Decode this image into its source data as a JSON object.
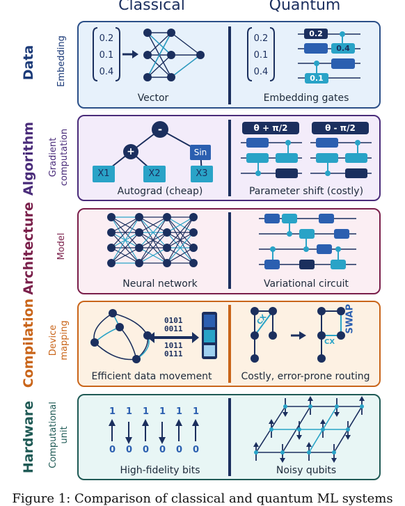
{
  "columns": {
    "classical": "Classical",
    "quantum": "Quantum"
  },
  "rows": {
    "data": {
      "title": "Data",
      "subtitle": "Embedding",
      "color": "#1b3a78",
      "vector": [
        "0.2",
        "0.1",
        "0.4"
      ],
      "left_caption": "Vector",
      "right_caption": "Embedding gates",
      "gate_values": [
        "0.2",
        "0.4",
        "0.1"
      ]
    },
    "algorithm": {
      "title": "Algorithm",
      "subtitle_1": "Gradient",
      "subtitle_2": "computation",
      "color": "#4a2c7a",
      "nodes": {
        "minus": "-",
        "plus": "+",
        "sin": "Sin",
        "x1": "X1",
        "x2": "X2",
        "x3": "X3"
      },
      "shift_plus": "θ + π/2",
      "shift_minus": "θ - π/2",
      "left_caption": "Autograd (cheap)",
      "right_caption": "Parameter shift (costly)"
    },
    "architecture": {
      "title": "Architecture",
      "subtitle": "Model",
      "color": "#7a1f4a",
      "left_caption": "Neural network",
      "right_caption": "Variational circuit"
    },
    "compilation": {
      "title": "Compilation",
      "subtitle_1": "Device",
      "subtitle_2": "mapping",
      "color": "#c9651a",
      "bits_top": [
        "0101",
        "0011"
      ],
      "bits_bottom": [
        "1011",
        "0111"
      ],
      "cx_label": "CX",
      "swap_label": "SWAP",
      "left_caption": "Efficient data movement",
      "right_caption": "Costly, error-prone routing"
    },
    "hardware": {
      "title": "Hardware",
      "subtitle_1": "Computational",
      "subtitle_2": "unit",
      "color": "#1f5a55",
      "bits_high": [
        "1",
        "1",
        "1",
        "1",
        "1",
        "1"
      ],
      "bits_low": [
        "0",
        "0",
        "0",
        "0",
        "0",
        "0"
      ],
      "left_caption": "High-fidelity bits",
      "right_caption": "Noisy qubits"
    }
  },
  "colors": {
    "navy": "#1b2f5e",
    "light_blue": "#29a3c7",
    "pale_blue": "#e7f1fb",
    "pale_purple": "#f3ecfa",
    "pale_pink": "#fbeef3",
    "pale_orange": "#fdf1e3",
    "pale_teal": "#e8f6f5"
  },
  "caption": "Figure 1: Comparison of classical and quantum ML systems"
}
